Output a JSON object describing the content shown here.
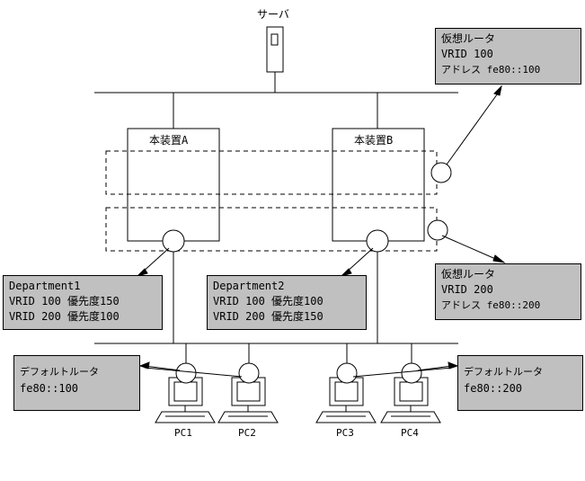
{
  "server": {
    "label": "サーバ"
  },
  "device_a": {
    "label": "本装置A"
  },
  "device_b": {
    "label": "本装置B"
  },
  "vrouter_100": {
    "title": "仮想ルータ",
    "vrid": "VRID 100",
    "address": "アドレス fe80::100"
  },
  "vrouter_200": {
    "title": "仮想ルータ",
    "vrid": "VRID 200",
    "address": "アドレス fe80::200"
  },
  "department1": {
    "title": "Department1",
    "line1": "VRID 100 優先度150",
    "line2": "VRID 200 優先度100"
  },
  "department2": {
    "title": "Department2",
    "line1": "VRID 100 優先度100",
    "line2": "VRID 200 優先度150"
  },
  "default_router_left": {
    "title": "デフォルトルータ",
    "address": "fe80::100"
  },
  "default_router_right": {
    "title": "デフォルトルータ",
    "address": "fe80::200"
  },
  "pcs": [
    "PC1",
    "PC2",
    "PC3",
    "PC4"
  ],
  "colors": {
    "box_fill": "#c0c0c0",
    "line": "#000000",
    "background": "#ffffff"
  }
}
